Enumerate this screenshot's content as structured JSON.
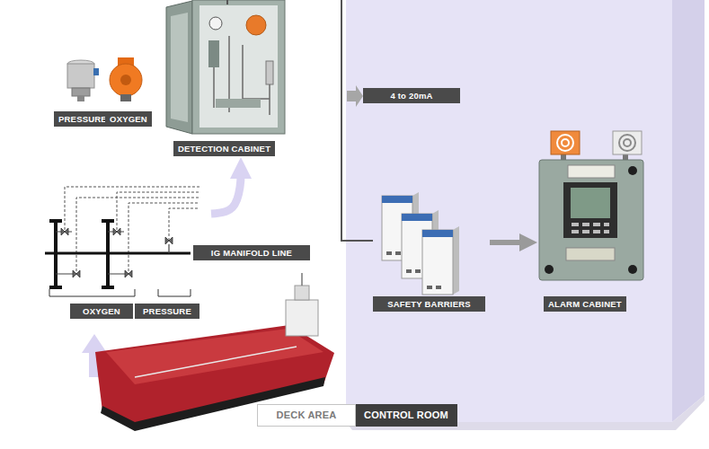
{
  "diagram": {
    "nodes": [
      {
        "text": [
          "DETECTION CABINET"
        ]
      },
      {
        "text": [
          "CONTROL ROOM"
        ]
      },
      {
        "text": [
          "SAFETY BARRIERS"
        ],
        "in": 1
      },
      {
        "text": [
          "ALARM CABINET"
        ],
        "in": 1
      },
      {
        "text": [
          "IG MANIFOLD LINE"
        ]
      }
    ],
    "edges": [
      {
        "from": 4,
        "to": 0,
        "arrow": "to"
      },
      {
        "from": 0,
        "to": 2,
        "label": "4 to 20mA",
        "arrow": "none"
      },
      {
        "from": 2,
        "to": 3,
        "arrow": "to"
      }
    ],
    "labels": [
      "PRESSURE",
      "OXYGEN",
      "OXYGEN",
      "PRESSURE",
      "DECK AREA"
    ]
  }
}
